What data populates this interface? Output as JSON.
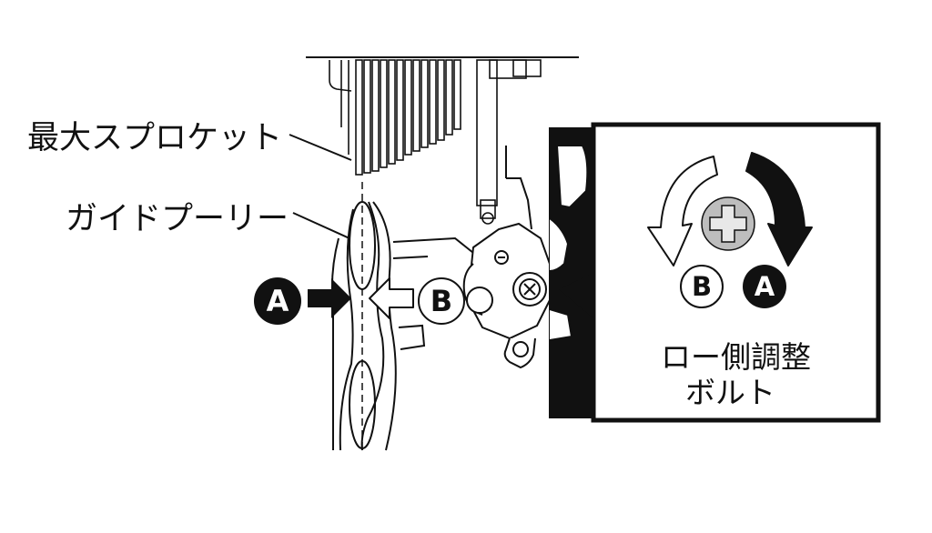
{
  "labels": {
    "largest_sprocket": "最大スプロケット",
    "guide_pulley": "ガイドプーリー",
    "low_bolt_line1": "ロー側調整",
    "low_bolt_line2": "ボルト"
  },
  "badges": {
    "a": "A",
    "b": "B"
  },
  "colors": {
    "ink": "#111111",
    "background": "#ffffff",
    "screw_fill": "#bdbdbd"
  },
  "icons": [
    "arrow-right-icon",
    "rotate-counterclockwise-icon",
    "rotate-clockwise-icon",
    "phillips-screw-icon"
  ]
}
